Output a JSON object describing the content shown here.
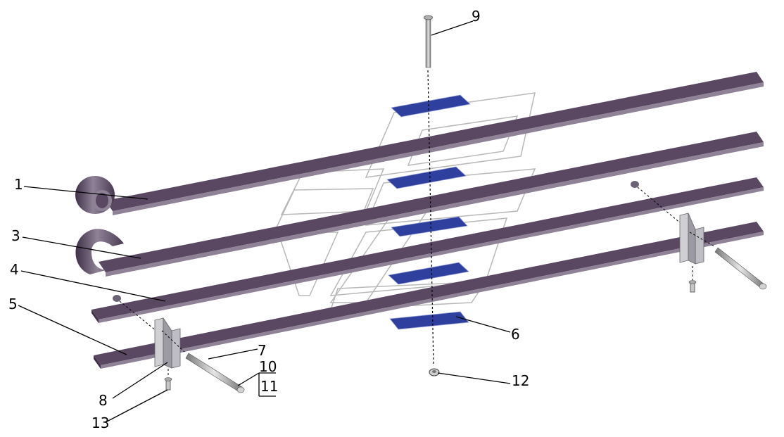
{
  "diagram": {
    "callouts": {
      "c1": "1",
      "c3": "3",
      "c4": "4",
      "c5": "5",
      "c6": "6",
      "c7": "7",
      "c8": "8",
      "c9": "9",
      "c10": "10",
      "c11": "11",
      "c12": "12",
      "c13": "13"
    },
    "colors": {
      "leaf_top": "#5a4862",
      "leaf_side": "#8f8297",
      "leaf_dark": "#3e3046",
      "spacer": "#2e3f9e",
      "hardware": "#a8a4b0",
      "watermark": "#b8b8b8"
    }
  }
}
